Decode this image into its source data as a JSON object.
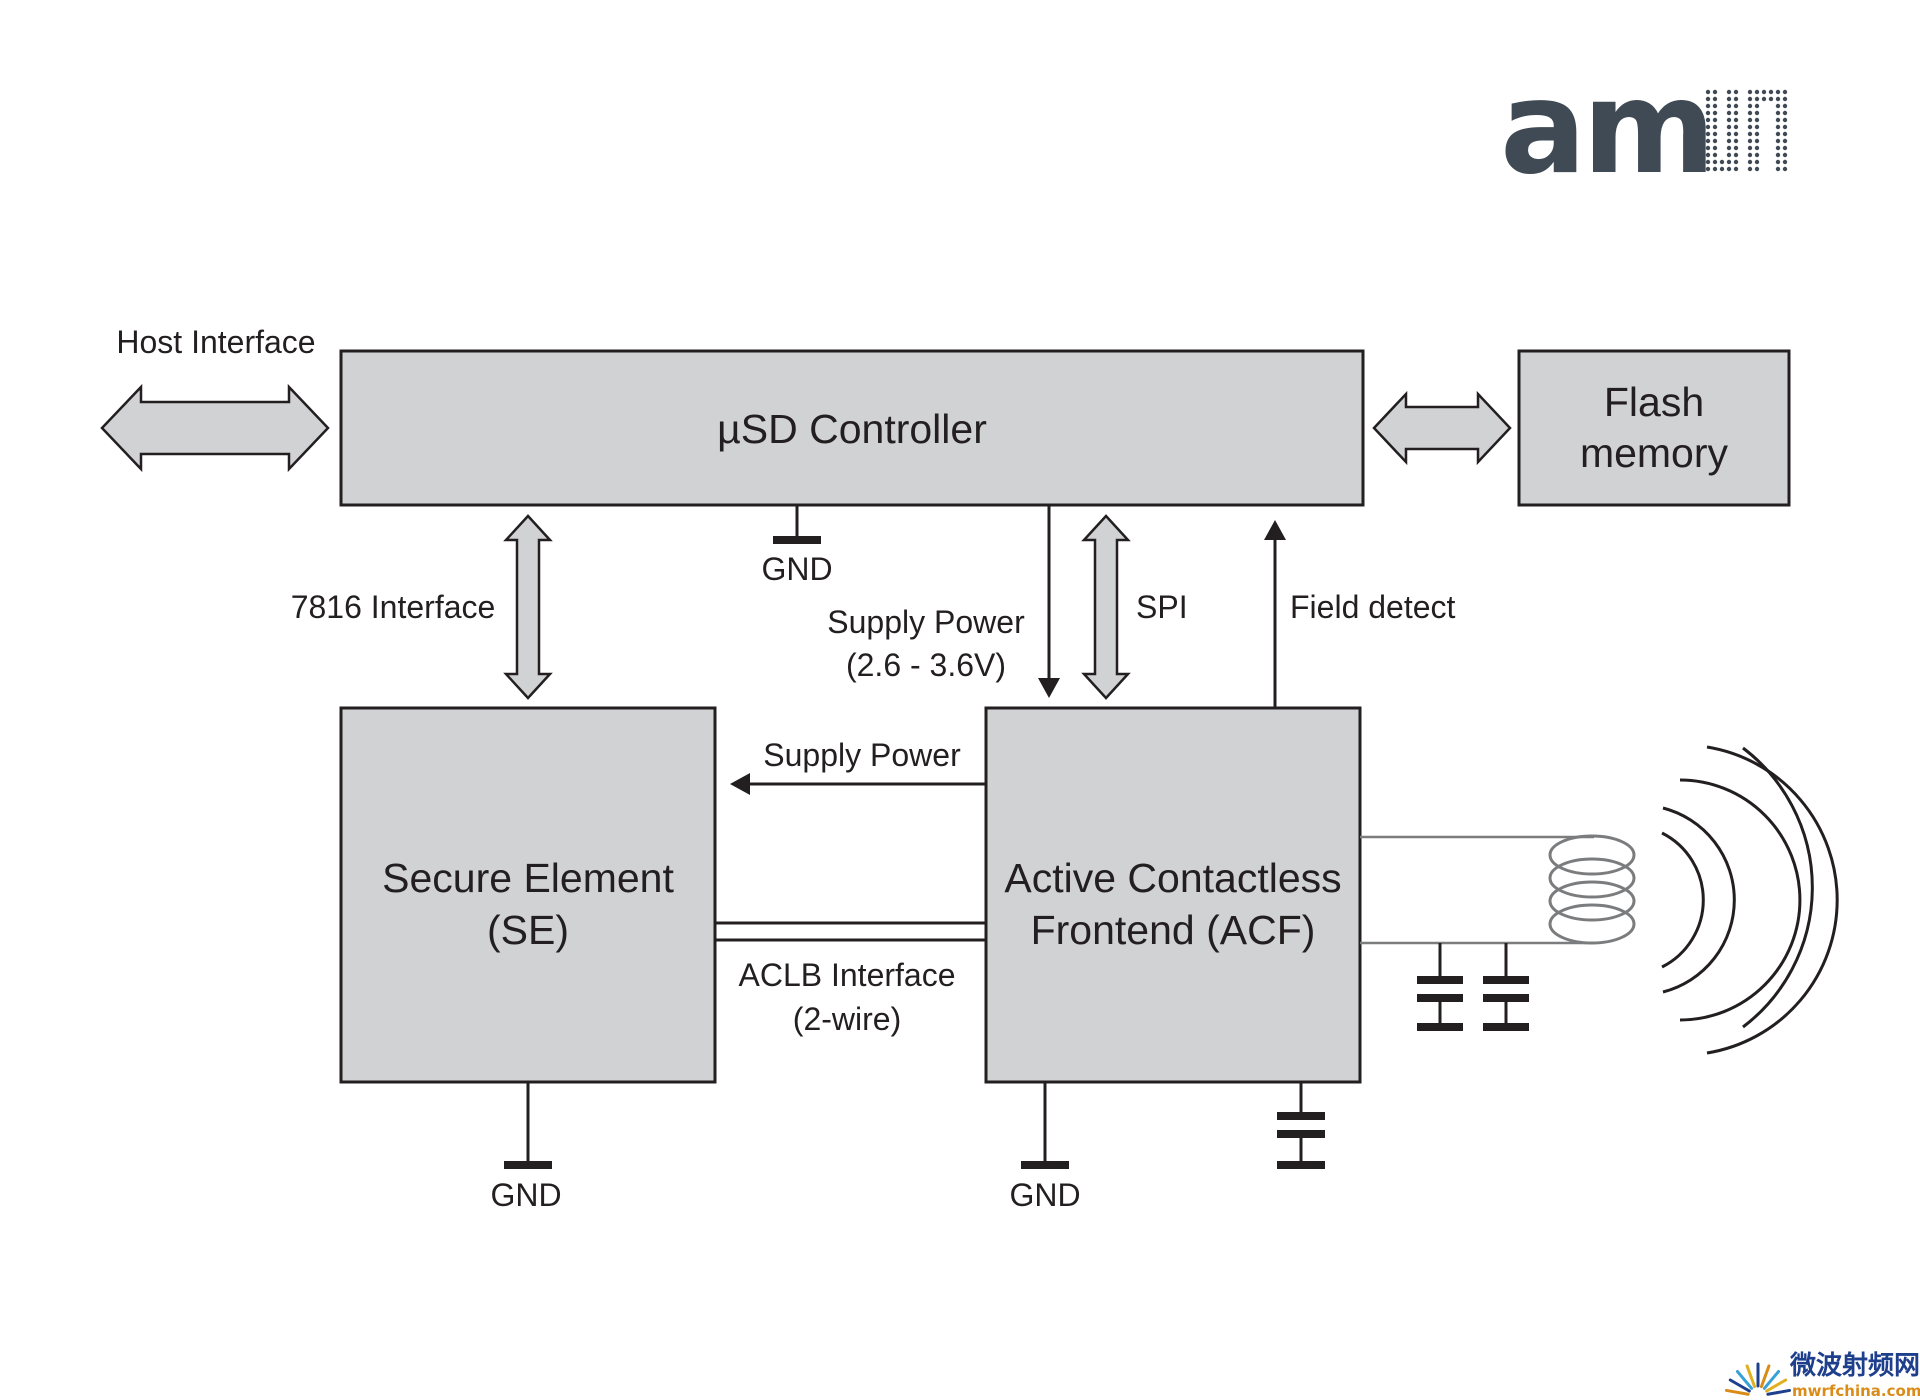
{
  "logo": {
    "text": "am",
    "color": "#3f4a55"
  },
  "watermark": {
    "cn": "微波射频网",
    "url": "mwrfchina.com",
    "color_cn": "#1e3f8c",
    "color_url": "#d98c1a"
  },
  "colors": {
    "block_fill": "#d1d2d4",
    "stroke": "#231f20",
    "wire": "#7b7c7e"
  },
  "blocks": {
    "usd_controller": {
      "label": "µSD Controller"
    },
    "flash_memory": {
      "line1": "Flash",
      "line2": "memory"
    },
    "secure_element": {
      "line1": "Secure Element",
      "line2": "(SE)"
    },
    "acf": {
      "line1": "Active Contactless",
      "line2": "Frontend (ACF)"
    }
  },
  "labels": {
    "host_interface": "Host Interface",
    "gnd_controller": "GND",
    "interface_7816": "7816 Interface",
    "supply_power_1": "Supply Power",
    "supply_voltage": "(2.6 - 3.6V)",
    "spi": "SPI",
    "field_detect": "Field detect",
    "supply_power_2": "Supply Power",
    "aclb_interface": "ACLB Interface",
    "aclb_wires": "(2-wire)",
    "gnd_se": "GND",
    "gnd_acf": "GND"
  },
  "icons": {
    "host_arrow": "double-arrow-horizontal-icon",
    "flash_arrow": "double-arrow-horizontal-icon",
    "interface_7816_arrow": "double-arrow-vertical-icon",
    "spi_arrow": "double-arrow-vertical-icon",
    "antenna_coil": "antenna-coil-icon",
    "rf_waves": "rf-waves-icon",
    "capacitor": "capacitor-icon",
    "ground": "ground-icon"
  }
}
